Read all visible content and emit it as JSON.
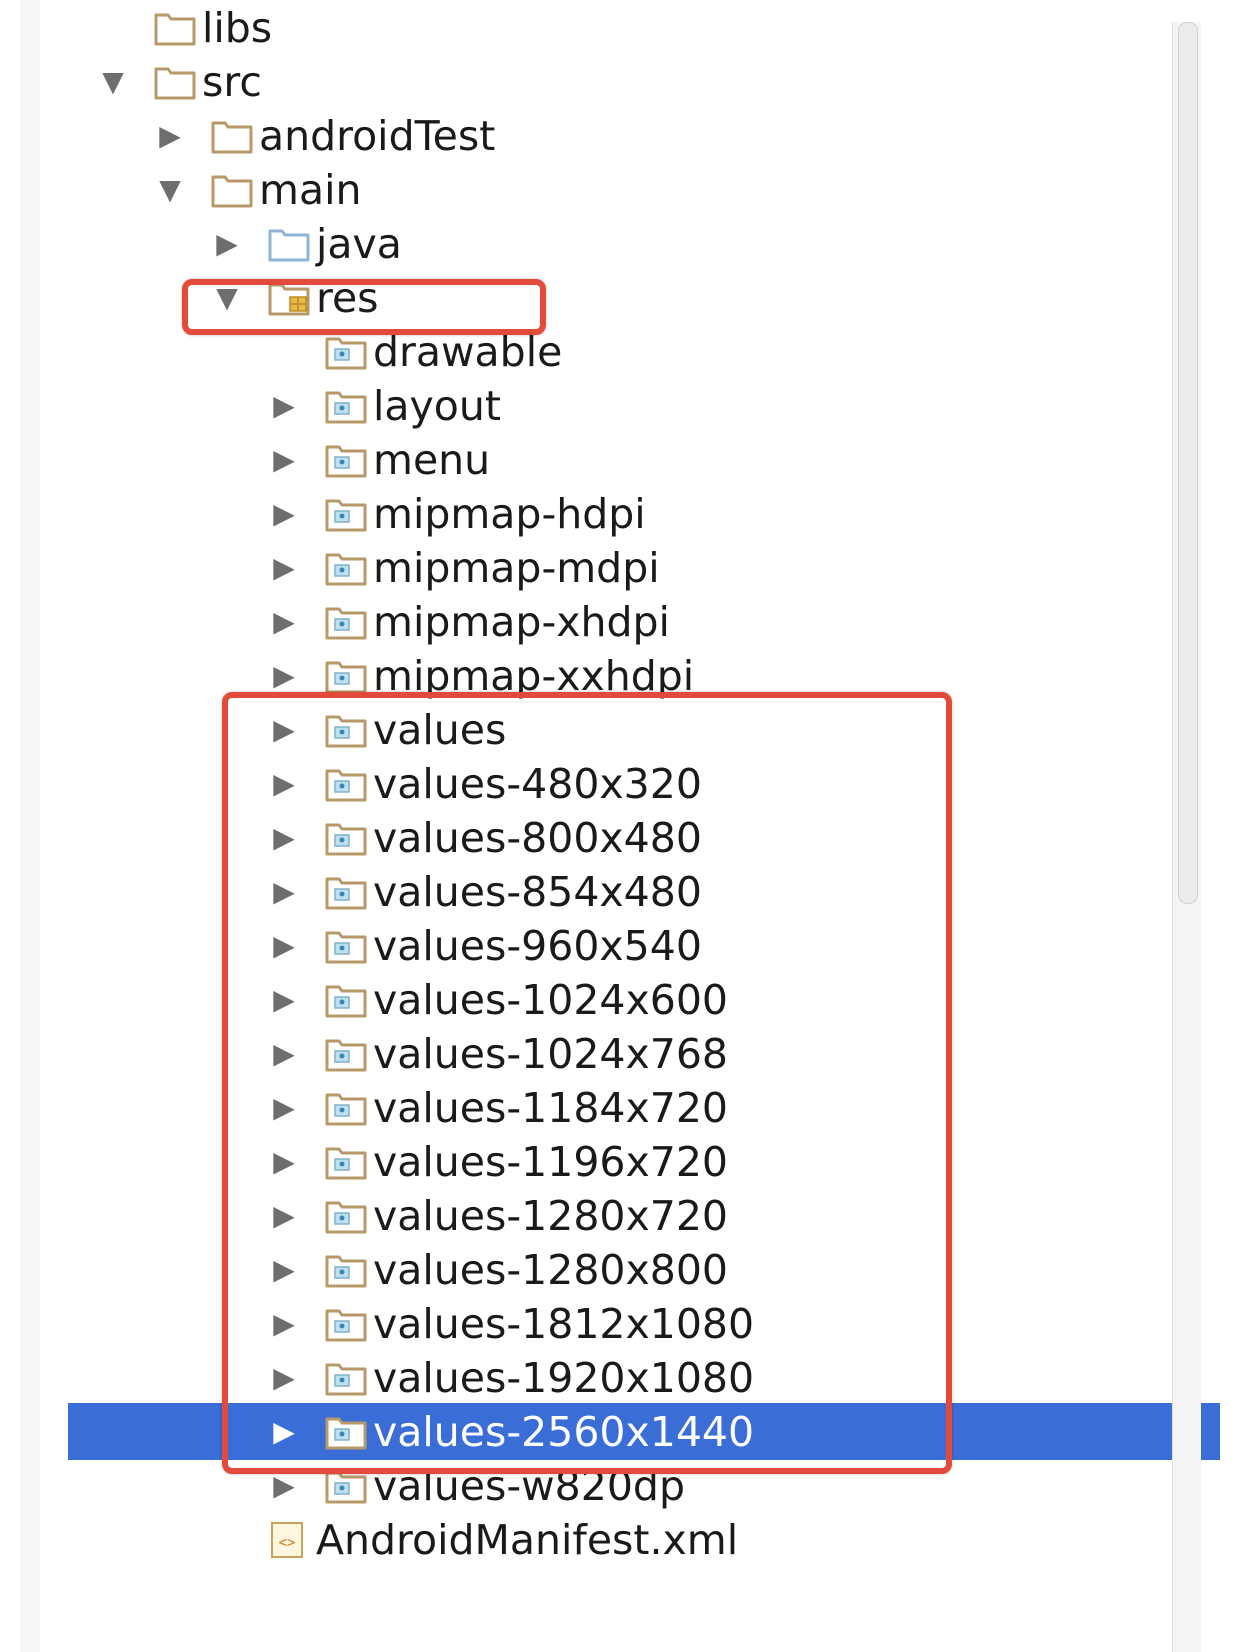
{
  "tree": {
    "items": [
      {
        "label": "libs",
        "icon": "folder-icon",
        "expanded": false,
        "has_arrow": false
      },
      {
        "label": "src",
        "icon": "folder-icon",
        "expanded": true,
        "has_arrow": true
      },
      {
        "label": "androidTest",
        "icon": "folder-icon",
        "expanded": false,
        "has_arrow": true
      },
      {
        "label": "main",
        "icon": "folder-icon",
        "expanded": true,
        "has_arrow": true
      },
      {
        "label": "java",
        "icon": "source-folder-icon",
        "expanded": false,
        "has_arrow": true
      },
      {
        "label": "res",
        "icon": "resource-folder-icon",
        "expanded": true,
        "has_arrow": true
      },
      {
        "label": "drawable",
        "icon": "package-folder-icon",
        "expanded": false,
        "has_arrow": false
      },
      {
        "label": "layout",
        "icon": "package-folder-icon",
        "expanded": false,
        "has_arrow": true
      },
      {
        "label": "menu",
        "icon": "package-folder-icon",
        "expanded": false,
        "has_arrow": true
      },
      {
        "label": "mipmap-hdpi",
        "icon": "package-folder-icon",
        "expanded": false,
        "has_arrow": true
      },
      {
        "label": "mipmap-mdpi",
        "icon": "package-folder-icon",
        "expanded": false,
        "has_arrow": true
      },
      {
        "label": "mipmap-xhdpi",
        "icon": "package-folder-icon",
        "expanded": false,
        "has_arrow": true
      },
      {
        "label": "mipmap-xxhdpi",
        "icon": "package-folder-icon",
        "expanded": false,
        "has_arrow": true
      },
      {
        "label": "values",
        "icon": "package-folder-icon",
        "expanded": false,
        "has_arrow": true
      },
      {
        "label": "values-480x320",
        "icon": "package-folder-icon",
        "expanded": false,
        "has_arrow": true
      },
      {
        "label": "values-800x480",
        "icon": "package-folder-icon",
        "expanded": false,
        "has_arrow": true
      },
      {
        "label": "values-854x480",
        "icon": "package-folder-icon",
        "expanded": false,
        "has_arrow": true
      },
      {
        "label": "values-960x540",
        "icon": "package-folder-icon",
        "expanded": false,
        "has_arrow": true
      },
      {
        "label": "values-1024x600",
        "icon": "package-folder-icon",
        "expanded": false,
        "has_arrow": true
      },
      {
        "label": "values-1024x768",
        "icon": "package-folder-icon",
        "expanded": false,
        "has_arrow": true
      },
      {
        "label": "values-1184x720",
        "icon": "package-folder-icon",
        "expanded": false,
        "has_arrow": true
      },
      {
        "label": "values-1196x720",
        "icon": "package-folder-icon",
        "expanded": false,
        "has_arrow": true
      },
      {
        "label": "values-1280x720",
        "icon": "package-folder-icon",
        "expanded": false,
        "has_arrow": true
      },
      {
        "label": "values-1280x800",
        "icon": "package-folder-icon",
        "expanded": false,
        "has_arrow": true
      },
      {
        "label": "values-1812x1080",
        "icon": "package-folder-icon",
        "expanded": false,
        "has_arrow": true
      },
      {
        "label": "values-1920x1080",
        "icon": "package-folder-icon",
        "expanded": false,
        "has_arrow": true
      },
      {
        "label": "values-2560x1440",
        "icon": "package-folder-icon",
        "expanded": false,
        "has_arrow": true,
        "selected": true
      },
      {
        "label": "values-w820dp",
        "icon": "package-folder-icon",
        "expanded": false,
        "has_arrow": true
      },
      {
        "label": "AndroidManifest.xml",
        "icon": "xml-file-icon",
        "expanded": false,
        "has_arrow": false
      }
    ]
  },
  "colors": {
    "selection": "#3a6ed6",
    "annotation_outline": "#e24a3c",
    "folder_outline": "#b89a6a",
    "source_folder_outline": "#8fb4d6"
  }
}
